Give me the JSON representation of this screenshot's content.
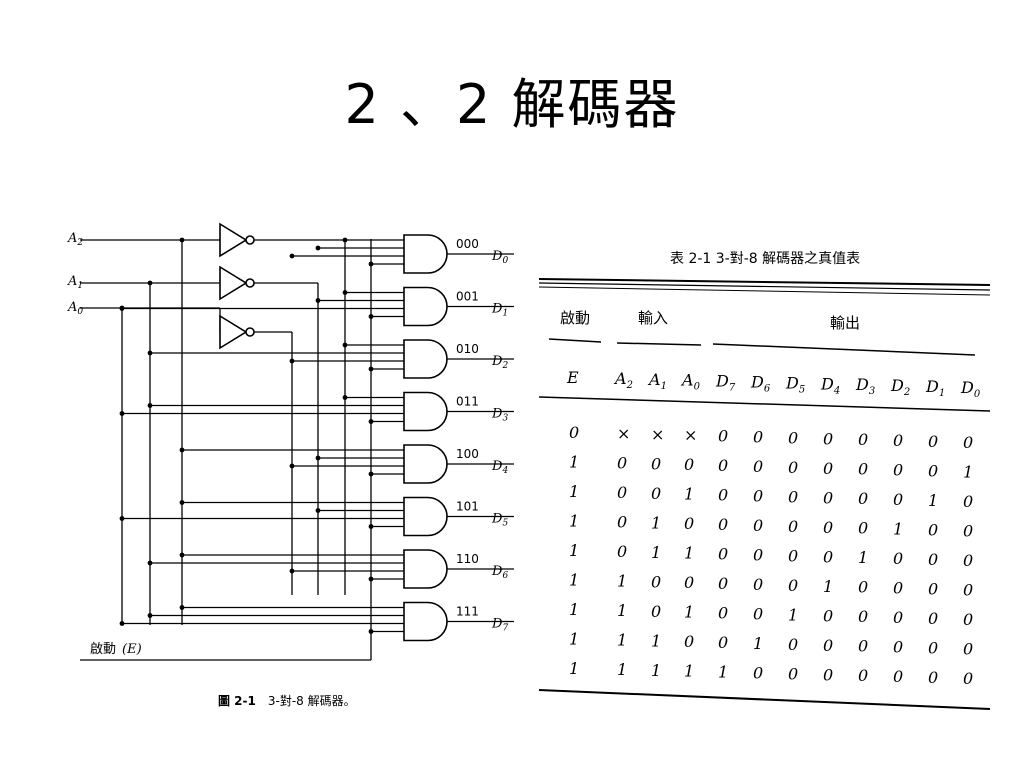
{
  "title": "2 、2 解碼器",
  "circuit": {
    "inputs": [
      {
        "base": "A",
        "sub": "2"
      },
      {
        "base": "A",
        "sub": "1"
      },
      {
        "base": "A",
        "sub": "0"
      }
    ],
    "enable_label": "啟動",
    "enable_symbol": "(E)",
    "outputs": [
      {
        "code": "000",
        "base": "D",
        "sub": "0"
      },
      {
        "code": "001",
        "base": "D",
        "sub": "1"
      },
      {
        "code": "010",
        "base": "D",
        "sub": "2"
      },
      {
        "code": "011",
        "base": "D",
        "sub": "3"
      },
      {
        "code": "100",
        "base": "D",
        "sub": "4"
      },
      {
        "code": "101",
        "base": "D",
        "sub": "5"
      },
      {
        "code": "110",
        "base": "D",
        "sub": "6"
      },
      {
        "code": "111",
        "base": "D",
        "sub": "7"
      }
    ],
    "caption_fig": "圖 2-1",
    "caption_text": "3-對-8 解碼器。"
  },
  "truth_table": {
    "caption": "表 2-1   3-對-8 解碼器之真值表",
    "group_headers": {
      "enable": "啟動",
      "inputs": "輸入",
      "outputs": "輸出"
    },
    "columns": [
      {
        "base": "E",
        "sub": ""
      },
      {
        "base": "A",
        "sub": "2"
      },
      {
        "base": "A",
        "sub": "1"
      },
      {
        "base": "A",
        "sub": "0"
      },
      {
        "base": "D",
        "sub": "7"
      },
      {
        "base": "D",
        "sub": "6"
      },
      {
        "base": "D",
        "sub": "5"
      },
      {
        "base": "D",
        "sub": "4"
      },
      {
        "base": "D",
        "sub": "3"
      },
      {
        "base": "D",
        "sub": "2"
      },
      {
        "base": "D",
        "sub": "1"
      },
      {
        "base": "D",
        "sub": "0"
      }
    ],
    "rows": [
      [
        "0",
        "×",
        "×",
        "×",
        "0",
        "0",
        "0",
        "0",
        "0",
        "0",
        "0",
        "0"
      ],
      [
        "1",
        "0",
        "0",
        "0",
        "0",
        "0",
        "0",
        "0",
        "0",
        "0",
        "0",
        "1"
      ],
      [
        "1",
        "0",
        "0",
        "1",
        "0",
        "0",
        "0",
        "0",
        "0",
        "0",
        "1",
        "0"
      ],
      [
        "1",
        "0",
        "1",
        "0",
        "0",
        "0",
        "0",
        "0",
        "0",
        "1",
        "0",
        "0"
      ],
      [
        "1",
        "0",
        "1",
        "1",
        "0",
        "0",
        "0",
        "0",
        "1",
        "0",
        "0",
        "0"
      ],
      [
        "1",
        "1",
        "0",
        "0",
        "0",
        "0",
        "0",
        "1",
        "0",
        "0",
        "0",
        "0"
      ],
      [
        "1",
        "1",
        "0",
        "1",
        "0",
        "0",
        "1",
        "0",
        "0",
        "0",
        "0",
        "0"
      ],
      [
        "1",
        "1",
        "1",
        "0",
        "0",
        "1",
        "0",
        "0",
        "0",
        "0",
        "0",
        "0"
      ],
      [
        "1",
        "1",
        "1",
        "1",
        "1",
        "0",
        "0",
        "0",
        "0",
        "0",
        "0",
        "0"
      ]
    ]
  }
}
